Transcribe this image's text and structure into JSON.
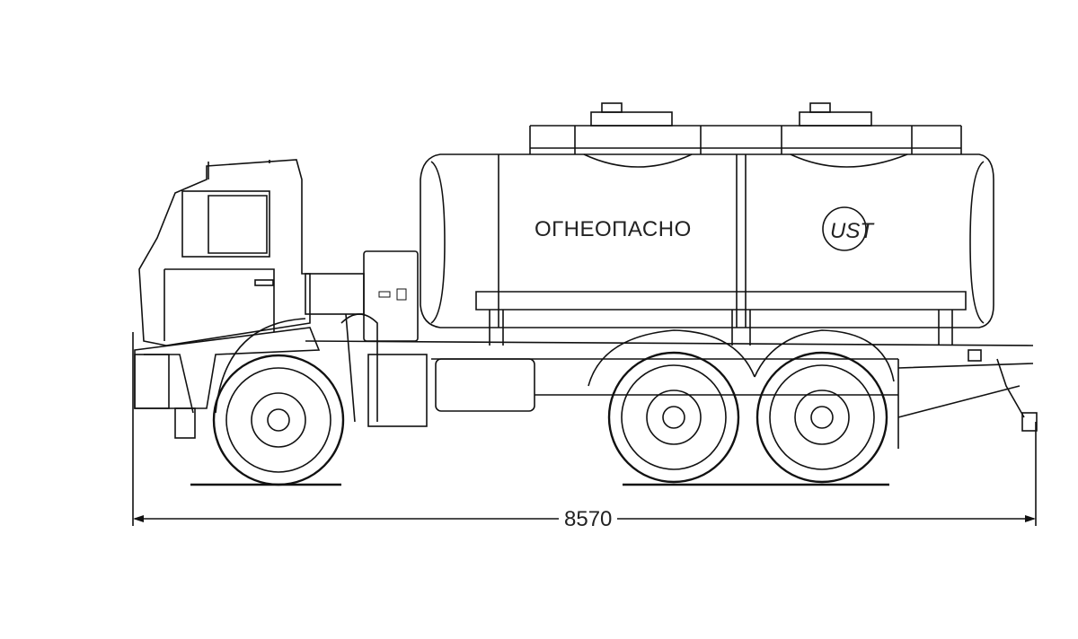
{
  "drawing": {
    "tank_warning_label": "ОГНЕОПАСНО",
    "logo_text": "UST",
    "overall_length_dimension": "8570"
  }
}
